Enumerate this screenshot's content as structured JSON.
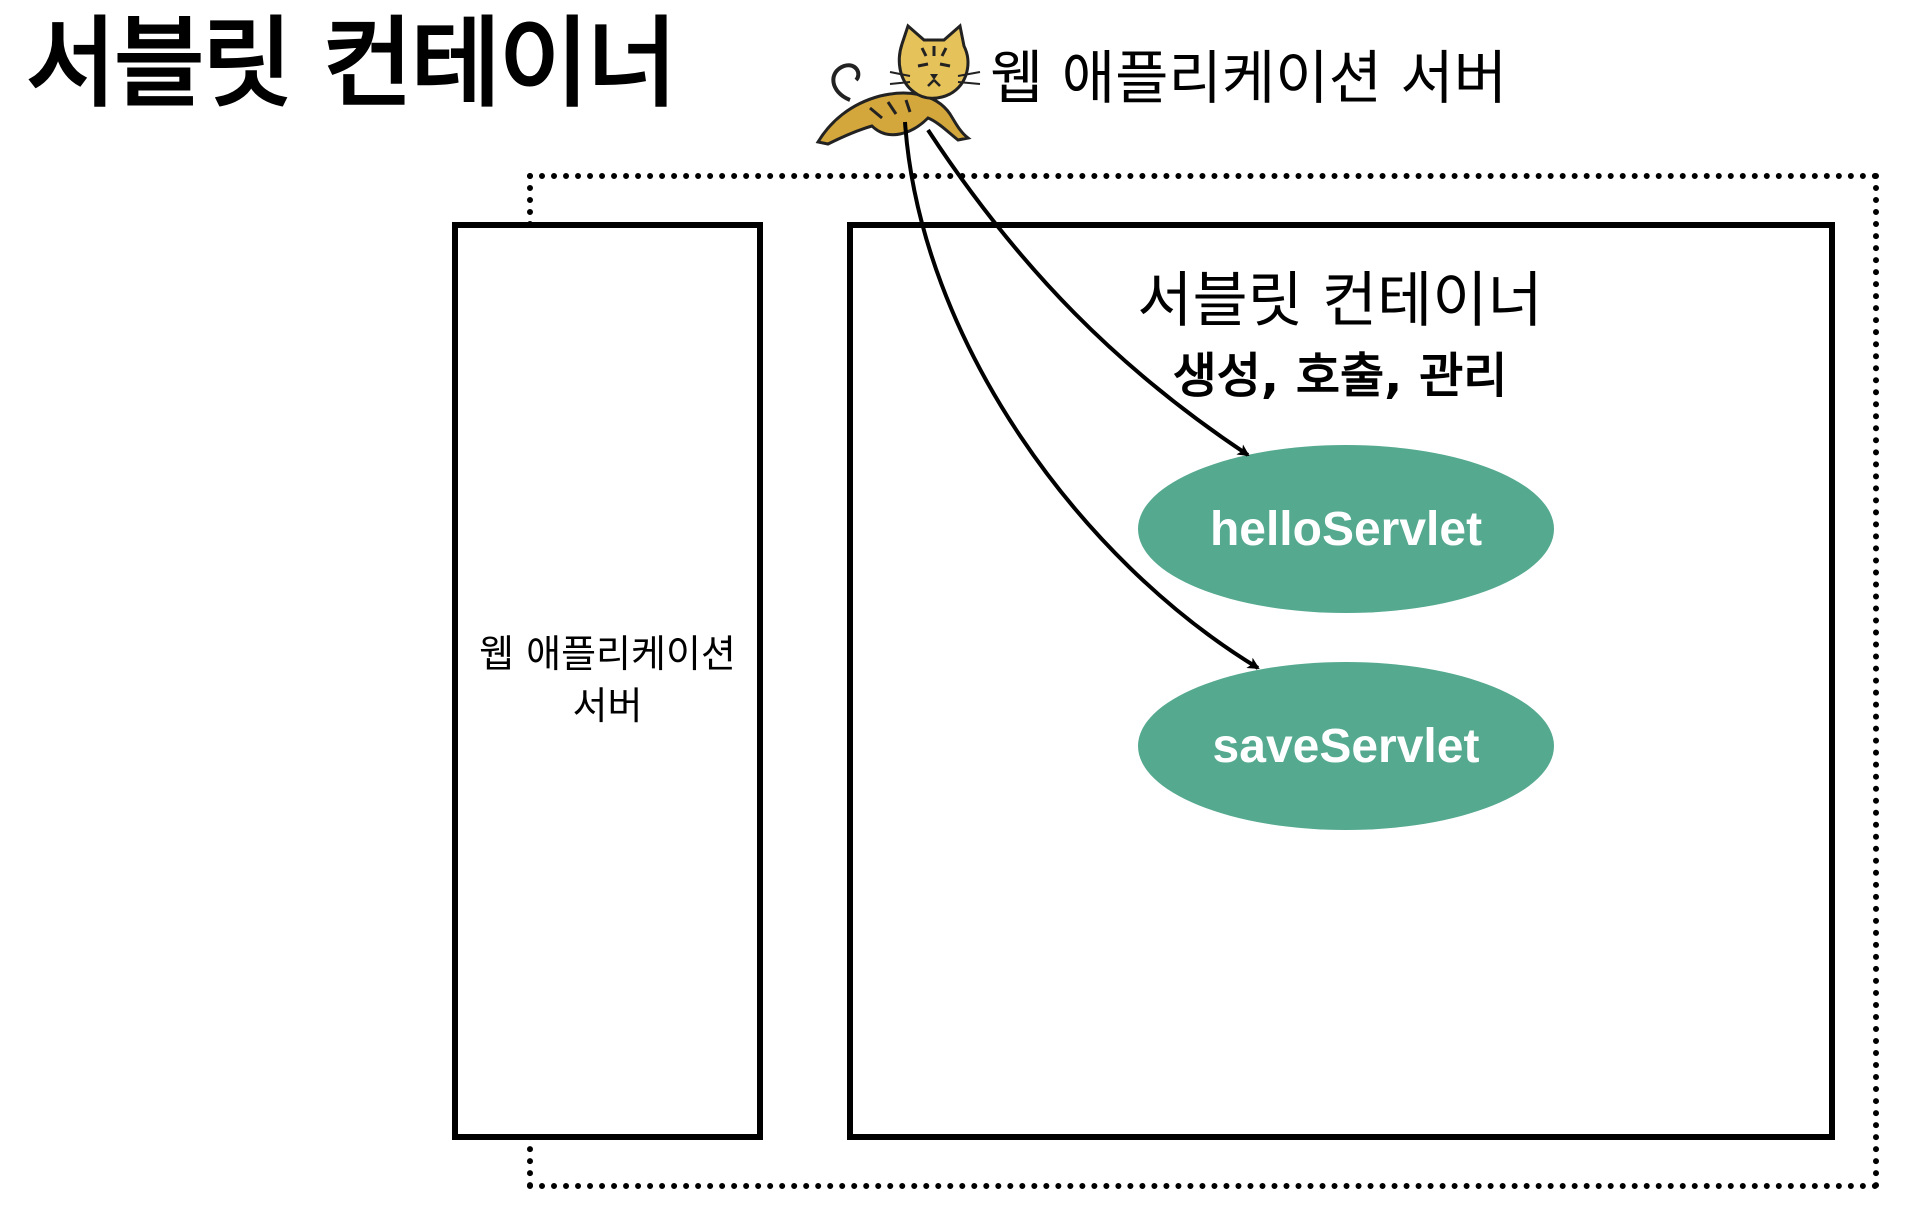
{
  "title": "서블릿 컨테이너",
  "tomcat": {
    "logo_icon": "tomcat-cat-icon",
    "label": "웹 애플리케이션 서버"
  },
  "was_box": {
    "label_line1": "웹 애플리케이션",
    "label_line2": "서버"
  },
  "servlet_container": {
    "title": "서블릿 컨테이너",
    "description": "생성, 호출, 관리"
  },
  "servlets": [
    {
      "name": "helloServlet"
    },
    {
      "name": "saveServlet"
    }
  ],
  "colors": {
    "servlet_fill": "#54a98f",
    "servlet_text": "#ffffff",
    "tomcat_body": "#d4a73c",
    "line": "#000000"
  }
}
